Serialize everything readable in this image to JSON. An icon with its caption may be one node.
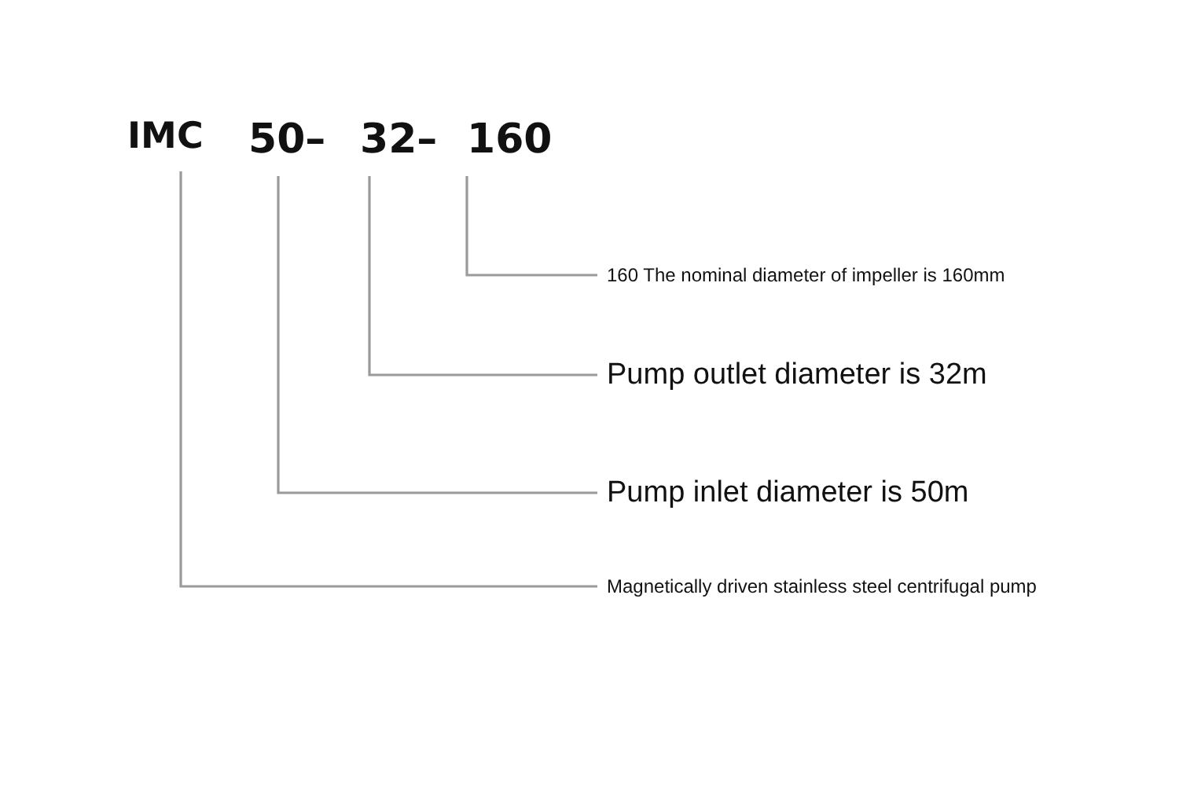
{
  "diagram": {
    "nodes": [
      {
        "text": [
          "IMC"
        ]
      },
      {
        "text": [
          "50–"
        ]
      },
      {
        "text": [
          "32–"
        ]
      },
      {
        "text": [
          "160"
        ]
      },
      {
        "text": [
          "160 The nominal diameter of impeller is 160mm"
        ]
      },
      {
        "text": [
          "Pump outlet diameter is 32m"
        ]
      },
      {
        "text": [
          "Pump inlet diameter is 50m"
        ]
      },
      {
        "text": [
          "Magnetically driven stainless steel centrifugal pump"
        ]
      }
    ],
    "edges": [
      {
        "from": 3,
        "to": 4,
        "arrow": "none"
      },
      {
        "from": 2,
        "to": 5,
        "arrow": "none"
      },
      {
        "from": 1,
        "to": 6,
        "arrow": "none"
      },
      {
        "from": 0,
        "to": 7,
        "arrow": "none"
      }
    ]
  }
}
